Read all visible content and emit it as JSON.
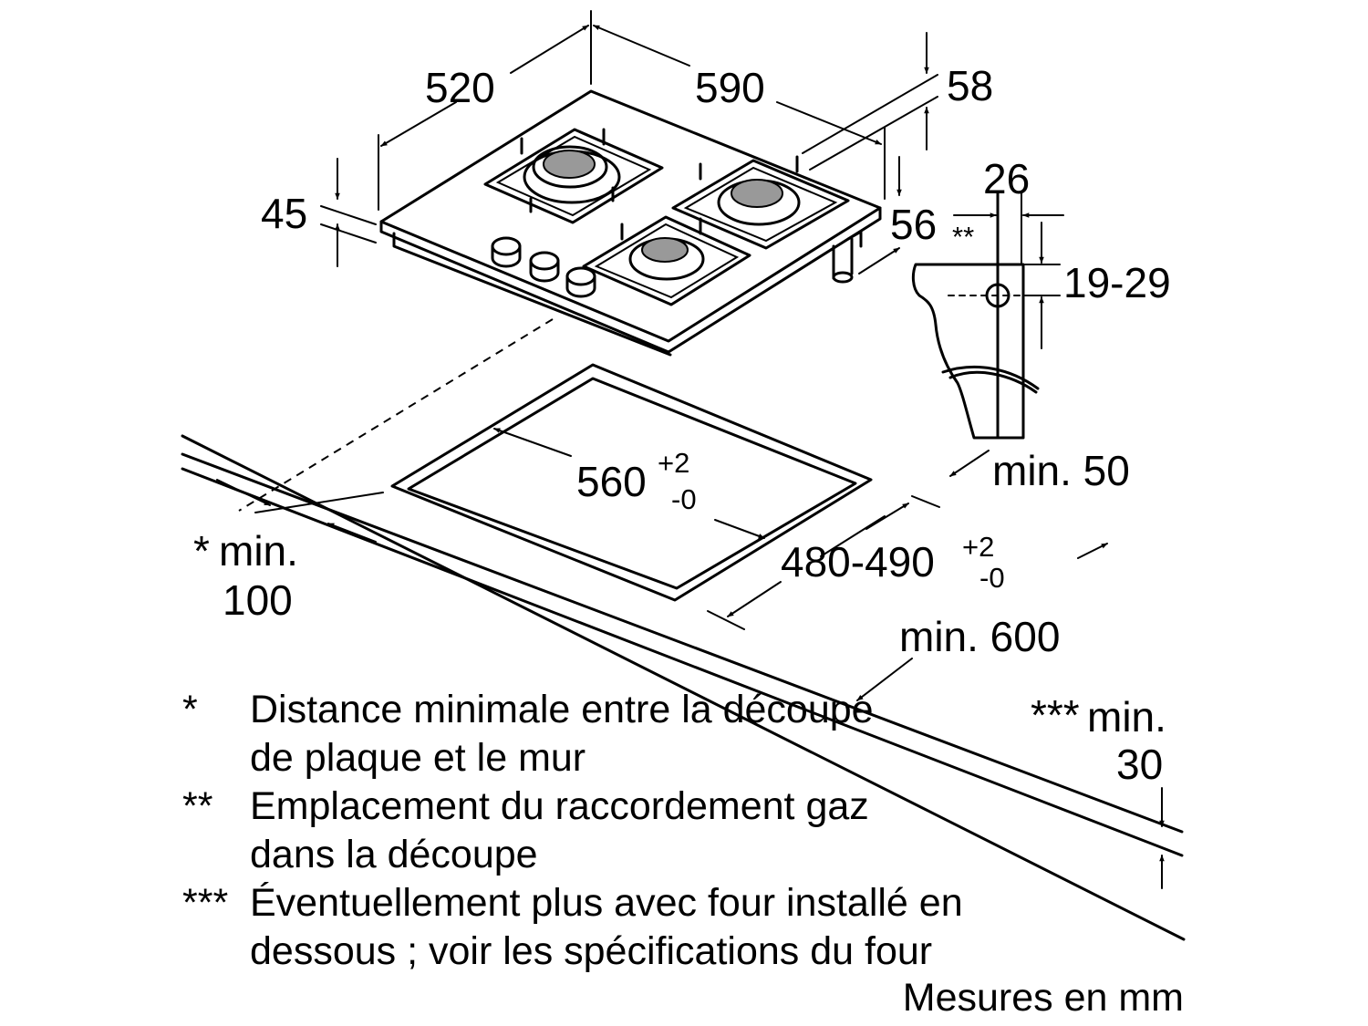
{
  "dimensions": {
    "hob_depth": "520",
    "hob_width": "590",
    "hob_height": "45",
    "connection_offset": "58",
    "connection_depth": "56",
    "connection_marker": "**",
    "bracket_width": "26",
    "worktop_thickness": "19-29",
    "min_back": "min. 50",
    "cutout_width": "560",
    "cutout_width_tol_upper": "+2",
    "cutout_width_tol_lower": "-0",
    "cutout_depth": "480-490",
    "cutout_depth_tol_upper": "+2",
    "cutout_depth_tol_lower": "-0",
    "min_side_marker": "*",
    "min_side_label": "min.",
    "min_side_value": "100",
    "min_worktop_depth": "min. 600",
    "min_below_marker": "***",
    "min_below_label": "min.",
    "min_below_value": "30"
  },
  "notes": [
    {
      "marker": "*",
      "text": "Distance minimale entre la découpe de plaque et le mur"
    },
    {
      "marker": "**",
      "text": "Emplacement du raccordement gaz dans la découpe"
    },
    {
      "marker": "***",
      "text": "Éventuellement plus avec four installé en dessous ; voir les spécifications du four"
    }
  ],
  "units_note": "Mesures en mm"
}
